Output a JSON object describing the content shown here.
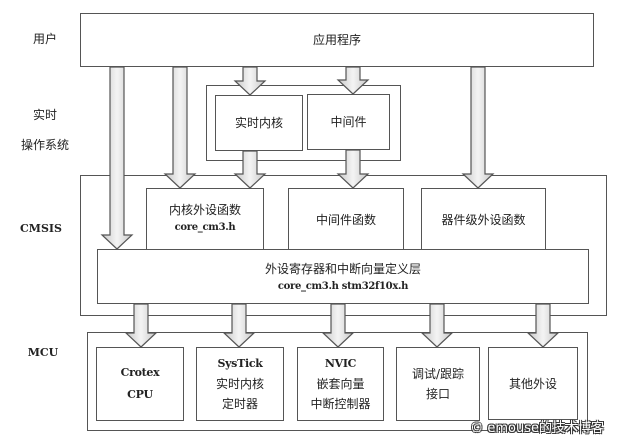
{
  "layers": {
    "user": "用户",
    "rtos_line1": "实时",
    "rtos_line2": "操作系统",
    "cmsis": "CMSIS",
    "mcu": "MCU"
  },
  "app": {
    "title": "应用程序"
  },
  "rtos": {
    "kernel": "实时内核",
    "middleware": "中间件"
  },
  "cmsis": {
    "core_periph_title": "内核外设函数",
    "core_periph_file": "core_cm3.h",
    "middleware_func": "中间件函数",
    "device_periph": "器件级外设函数",
    "register_layer_title": "外设寄存器和中断向量定义层",
    "register_layer_files": "core_cm3.h stm32f10x.h"
  },
  "mcu": {
    "cpu_line1": "Crotex",
    "cpu_line2": "CPU",
    "systick_line1": "SysTick",
    "systick_line2": "实时内核",
    "systick_line3": "定时器",
    "nvic_line1": "NVIC",
    "nvic_line2": "嵌套向量",
    "nvic_line3": "中断控制器",
    "debug_line1": "调试/跟踪",
    "debug_line2": "接口",
    "other": "其他外设"
  },
  "watermark": "© emouse的技术博客"
}
